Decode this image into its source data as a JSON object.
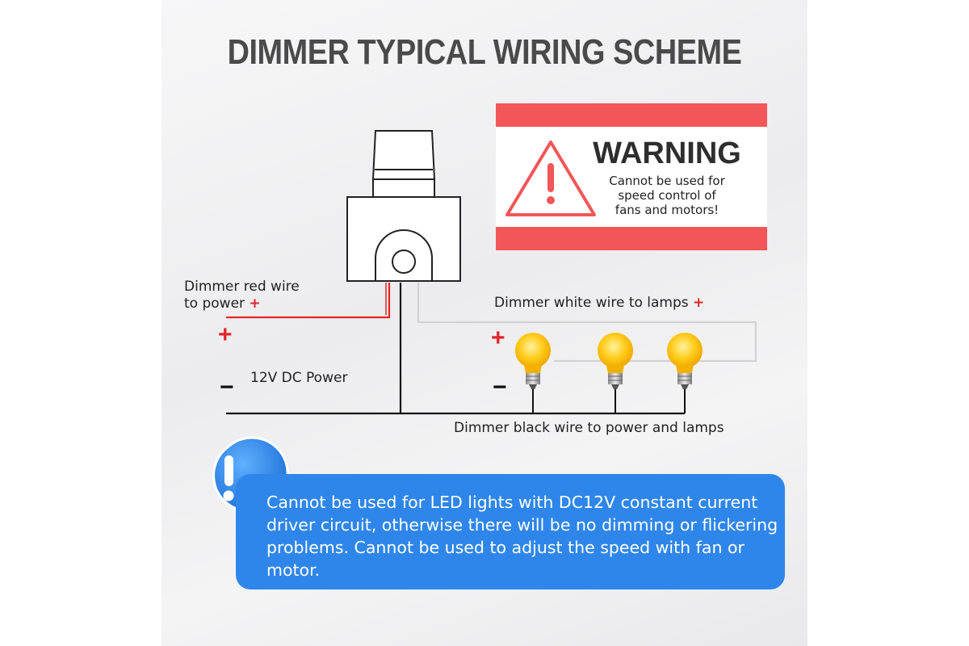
{
  "title": "DIMMER TYPICAL WIRING SCHEME",
  "warning": {
    "heading": "WARNING",
    "text_lines": [
      "Cannot be used for",
      "speed control of",
      "fans and motors!"
    ]
  },
  "labels": {
    "red_wire_line1": "Dimmer red wire",
    "red_wire_line2": "to power",
    "red_wire_plus": "+",
    "white_wire": "Dimmer white wire to lamps",
    "white_wire_plus": "+",
    "black_wire": "Dimmer black wire to power and lamps",
    "power": "12V DC Power",
    "power_plus": "+",
    "power_minus": "−",
    "lamps_plus": "+",
    "lamps_minus": "−"
  },
  "notice": {
    "text_lines": [
      "Cannot be used for LED lights with DC12V constant current",
      "driver circuit, otherwise there will be no dimming or flickering",
      "problems. Cannot be used to adjust the speed with fan or",
      "motor."
    ]
  },
  "colors": {
    "red_wire": "#e3262a",
    "white_wire": "#d2d2d2",
    "black_wire": "#111111",
    "warning_red": "#f25658",
    "notice_blue": "#2f86ea",
    "bulb_yellow": "#ffc400"
  },
  "icons": [
    "dimmer-knob-icon",
    "warning-triangle-icon",
    "light-bulb-icon",
    "exclamation-speech-bubble-icon"
  ]
}
